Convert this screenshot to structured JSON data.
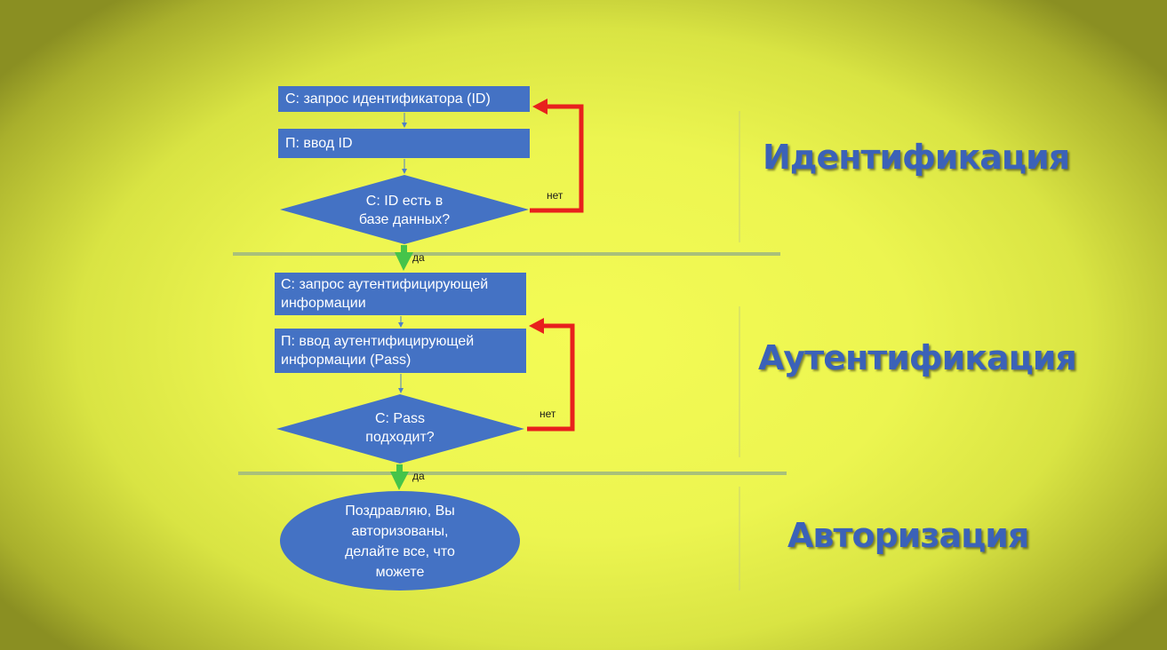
{
  "flow": {
    "step_request_id": "С: запрос идентификатора (ID)",
    "step_enter_id": "П: ввод ID",
    "check_id": [
      "С: ID есть в",
      "базе данных?"
    ],
    "step_request_auth": [
      "С: запрос аутентифицирующей",
      "информации"
    ],
    "step_enter_auth": [
      "П: ввод аутентифицирующей",
      "информации (Pass)"
    ],
    "check_pass": [
      "С: Pass",
      "подходит?"
    ],
    "result": [
      "Поздравляю, Вы",
      "авторизованы,",
      "делайте все, что",
      "можете"
    ],
    "no_label_1": "нет",
    "yes_label_1": "да",
    "no_label_2": "нет",
    "yes_label_2": "да"
  },
  "sections": {
    "identification": "Идентификация",
    "authentication": "Аутентификация",
    "authorization": "Авторизация"
  },
  "colors": {
    "shape_fill": "#4472c4",
    "no_arrow": "#e8201d",
    "yes_arrow": "#45c44a",
    "separator": "#a9c07a",
    "title": "#3b62b8"
  }
}
